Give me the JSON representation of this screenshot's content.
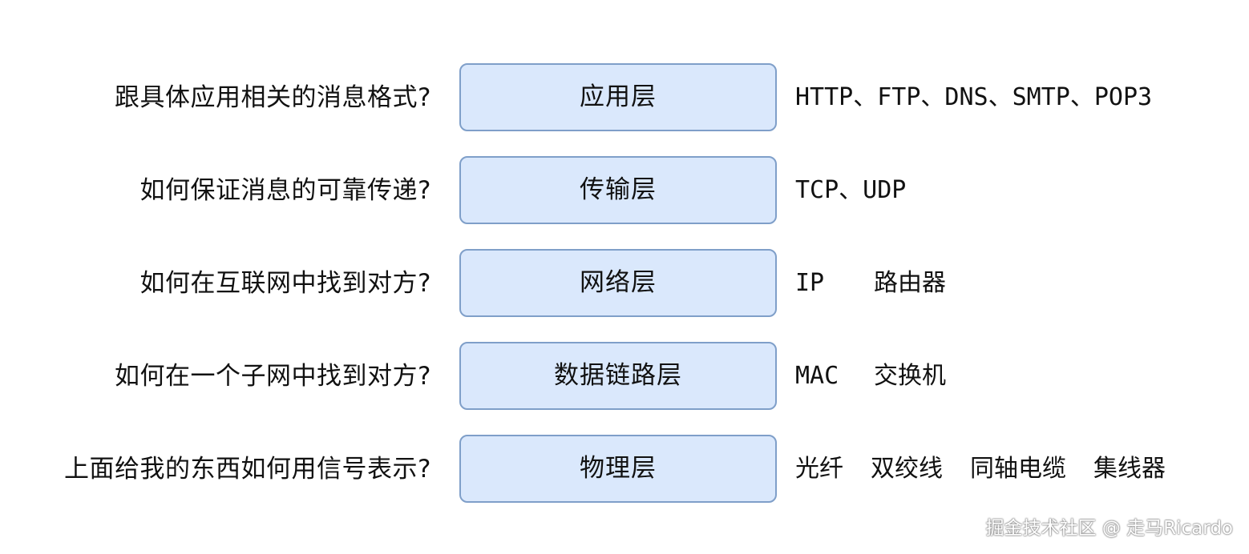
{
  "layers": [
    {
      "question": "跟具体应用相关的消息格式?",
      "layer": "应用层",
      "protocols": "HTTP、FTP、DNS、SMTP、POP3"
    },
    {
      "question": "如何保证消息的可靠传递?",
      "layer": "传输层",
      "protocols": "TCP、UDP"
    },
    {
      "question": "如何在互联网中找到对方?",
      "layer": "网络层",
      "protocol_items": [
        "IP",
        "路由器"
      ]
    },
    {
      "question": "如何在一个子网中找到对方?",
      "layer": "数据链路层",
      "protocol_items": [
        "MAC",
        "交换机"
      ]
    },
    {
      "question": "上面给我的东西如何用信号表示?",
      "layer": "物理层",
      "protocol_items": [
        "光纤",
        "双绞线",
        "同轴电缆",
        "集线器"
      ]
    }
  ],
  "colors": {
    "box_fill": "#dae8fc",
    "box_border": "#7f9fc9"
  },
  "watermark": "掘金技术社区 @ 走马Ricardo"
}
